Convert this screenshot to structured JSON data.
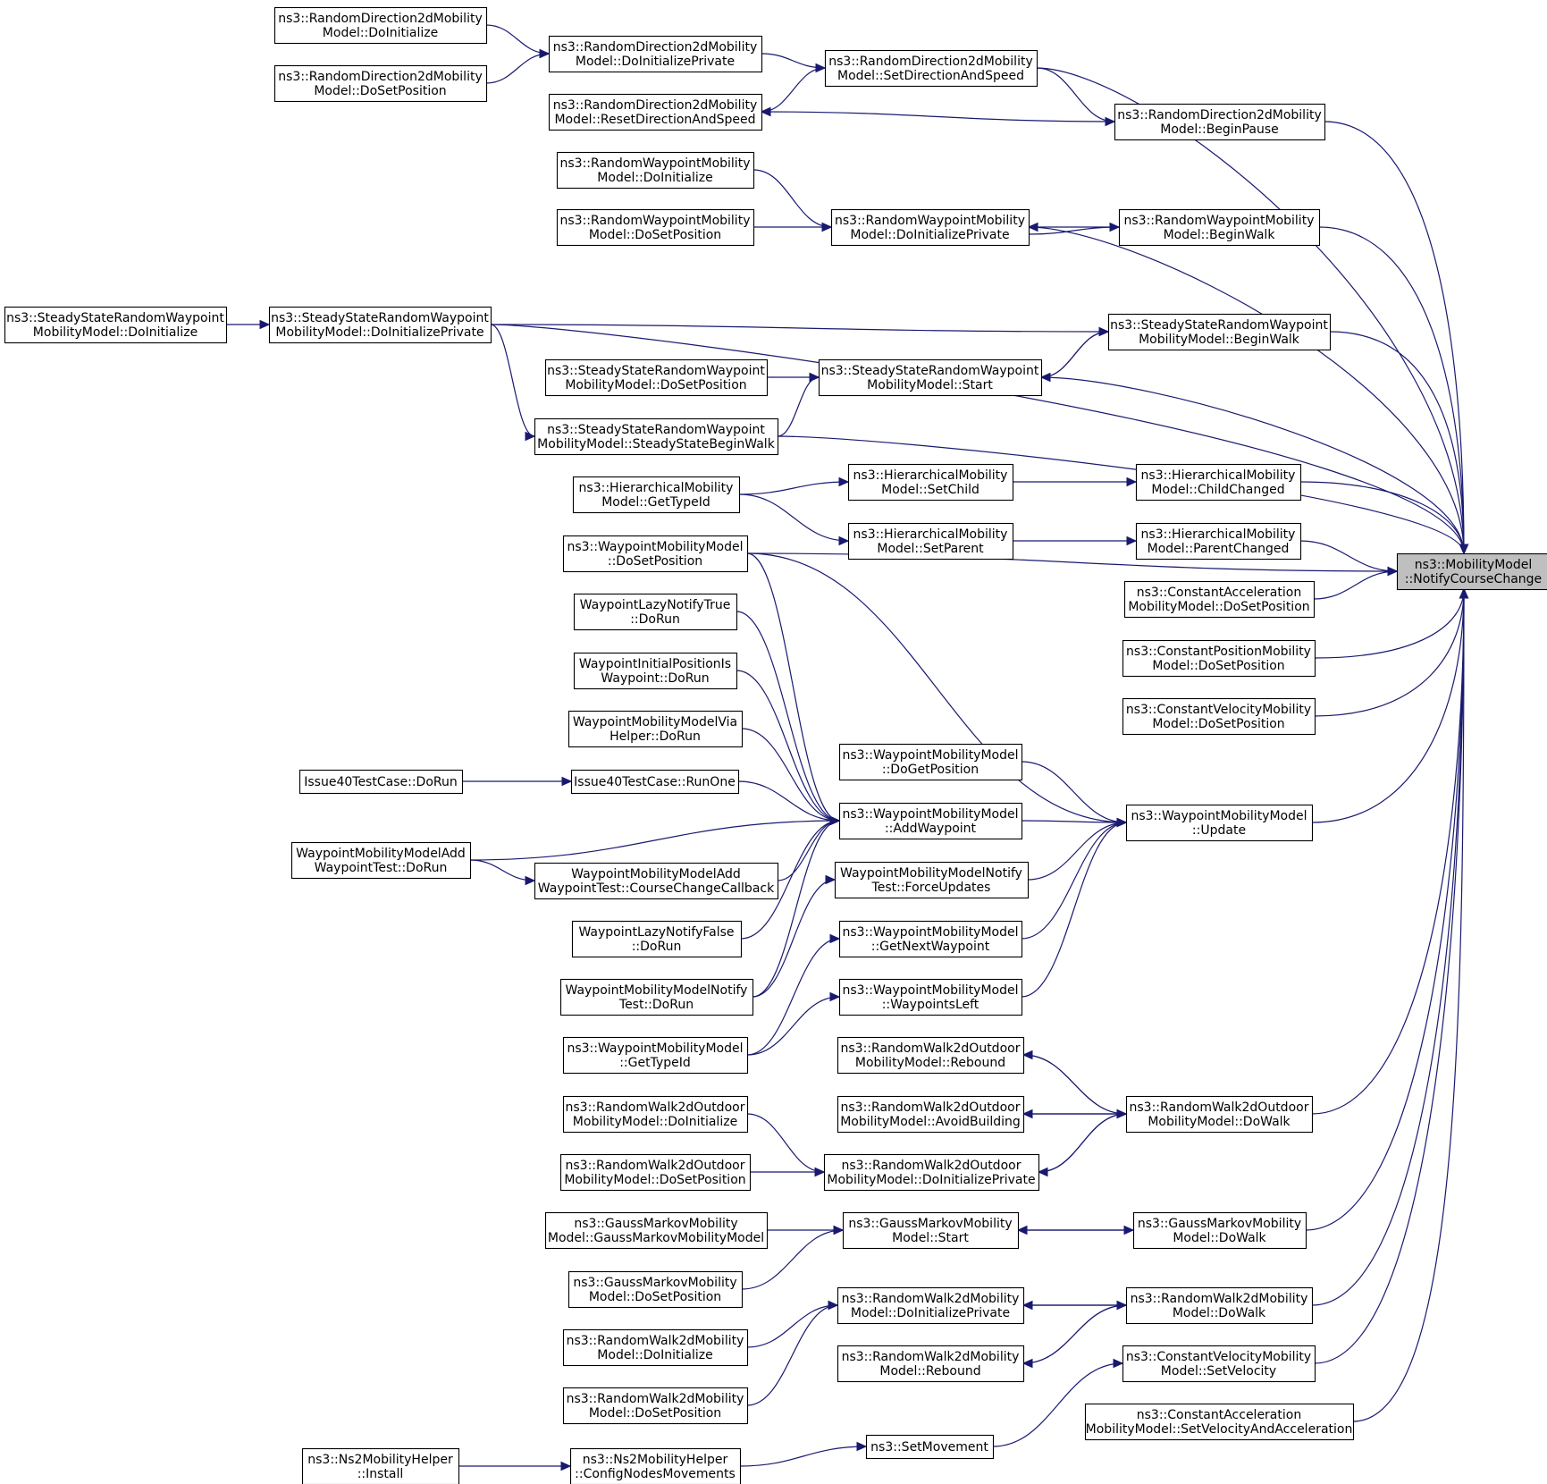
{
  "colors": {
    "edge": "#191970",
    "highlight_fill": "#bfbfbf",
    "box_stroke": "#000000",
    "background": "#ffffff"
  },
  "target_node": "notify",
  "nodes": [
    {
      "id": "notify",
      "lines": [
        "ns3::MobilityModel",
        "::NotifyCourseChange"
      ],
      "highlight": true
    },
    {
      "id": "rd2_doinit",
      "lines": [
        "ns3::RandomDirection2dMobility",
        "Model::DoInitialize"
      ]
    },
    {
      "id": "rd2_dosetpos",
      "lines": [
        "ns3::RandomDirection2dMobility",
        "Model::DoSetPosition"
      ]
    },
    {
      "id": "rd2_doinitpriv",
      "lines": [
        "ns3::RandomDirection2dMobility",
        "Model::DoInitializePrivate"
      ]
    },
    {
      "id": "rd2_reset",
      "lines": [
        "ns3::RandomDirection2dMobility",
        "Model::ResetDirectionAndSpeed"
      ]
    },
    {
      "id": "rd2_setdir",
      "lines": [
        "ns3::RandomDirection2dMobility",
        "Model::SetDirectionAndSpeed"
      ]
    },
    {
      "id": "rd2_beginpause",
      "lines": [
        "ns3::RandomDirection2dMobility",
        "Model::BeginPause"
      ]
    },
    {
      "id": "rwp_doinit",
      "lines": [
        "ns3::RandomWaypointMobility",
        "Model::DoInitialize"
      ]
    },
    {
      "id": "rwp_dosetpos",
      "lines": [
        "ns3::RandomWaypointMobility",
        "Model::DoSetPosition"
      ]
    },
    {
      "id": "rwp_doinitpriv",
      "lines": [
        "ns3::RandomWaypointMobility",
        "Model::DoInitializePrivate"
      ]
    },
    {
      "id": "rwp_beginwalk",
      "lines": [
        "ns3::RandomWaypointMobility",
        "Model::BeginWalk"
      ]
    },
    {
      "id": "ss_doinit",
      "lines": [
        "ns3::SteadyStateRandomWaypoint",
        "MobilityModel::DoInitialize"
      ]
    },
    {
      "id": "ss_doinitpriv",
      "lines": [
        "ns3::SteadyStateRandomWaypoint",
        "MobilityModel::DoInitializePrivate"
      ]
    },
    {
      "id": "ss_beginwalk",
      "lines": [
        "ns3::SteadyStateRandomWaypoint",
        "MobilityModel::BeginWalk"
      ]
    },
    {
      "id": "ss_dosetpos",
      "lines": [
        "ns3::SteadyStateRandomWaypoint",
        "MobilityModel::DoSetPosition"
      ]
    },
    {
      "id": "ss_start",
      "lines": [
        "ns3::SteadyStateRandomWaypoint",
        "MobilityModel::Start"
      ]
    },
    {
      "id": "ss_steadybegin",
      "lines": [
        "ns3::SteadyStateRandomWaypoint",
        "MobilityModel::SteadyStateBeginWalk"
      ]
    },
    {
      "id": "hm_gettypeid",
      "lines": [
        "ns3::HierarchicalMobility",
        "Model::GetTypeId"
      ]
    },
    {
      "id": "hm_setchild",
      "lines": [
        "ns3::HierarchicalMobility",
        "Model::SetChild"
      ]
    },
    {
      "id": "hm_setparent",
      "lines": [
        "ns3::HierarchicalMobility",
        "Model::SetParent"
      ]
    },
    {
      "id": "hm_childchanged",
      "lines": [
        "ns3::HierarchicalMobility",
        "Model::ChildChanged"
      ]
    },
    {
      "id": "hm_parentchanged",
      "lines": [
        "ns3::HierarchicalMobility",
        "Model::ParentChanged"
      ]
    },
    {
      "id": "ca_dosetpos",
      "lines": [
        "ns3::ConstantAcceleration",
        "MobilityModel::DoSetPosition"
      ]
    },
    {
      "id": "cp_dosetpos",
      "lines": [
        "ns3::ConstantPositionMobility",
        "Model::DoSetPosition"
      ]
    },
    {
      "id": "cv_dosetpos",
      "lines": [
        "ns3::ConstantVelocityMobility",
        "Model::DoSetPosition"
      ]
    },
    {
      "id": "wmm_dosetpos",
      "lines": [
        "ns3::WaypointMobilityModel",
        "::DoSetPosition"
      ]
    },
    {
      "id": "wlnt_dorun",
      "lines": [
        "WaypointLazyNotifyTrue",
        "::DoRun"
      ]
    },
    {
      "id": "wipw_dorun",
      "lines": [
        "WaypointInitialPositionIs",
        "Waypoint::DoRun"
      ]
    },
    {
      "id": "wmmvh_dorun",
      "lines": [
        "WaypointMobilityModelVia",
        "Helper::DoRun"
      ]
    },
    {
      "id": "wmm_dogetpos",
      "lines": [
        "ns3::WaypointMobilityModel",
        "::DoGetPosition"
      ]
    },
    {
      "id": "i40_dorun",
      "lines": [
        "Issue40TestCase::DoRun"
      ]
    },
    {
      "id": "i40_runone",
      "lines": [
        "Issue40TestCase::RunOne"
      ]
    },
    {
      "id": "wmm_addwp",
      "lines": [
        "ns3::WaypointMobilityModel",
        "::AddWaypoint"
      ]
    },
    {
      "id": "wmm_update",
      "lines": [
        "ns3::WaypointMobilityModel",
        "::Update"
      ]
    },
    {
      "id": "wmmawt_dorun",
      "lines": [
        "WaypointMobilityModelAdd",
        "WaypointTest::DoRun"
      ]
    },
    {
      "id": "wmmawt_ccb",
      "lines": [
        "WaypointMobilityModelAdd",
        "WaypointTest::CourseChangeCallback"
      ]
    },
    {
      "id": "wmmnt_force",
      "lines": [
        "WaypointMobilityModelNotify",
        "Test::ForceUpdates"
      ]
    },
    {
      "id": "wlnf_dorun",
      "lines": [
        "WaypointLazyNotifyFalse",
        "::DoRun"
      ]
    },
    {
      "id": "wmm_getnext",
      "lines": [
        "ns3::WaypointMobilityModel",
        "::GetNextWaypoint"
      ]
    },
    {
      "id": "wmmnt_dorun",
      "lines": [
        "WaypointMobilityModelNotify",
        "Test::DoRun"
      ]
    },
    {
      "id": "wmm_wpleft",
      "lines": [
        "ns3::WaypointMobilityModel",
        "::WaypointsLeft"
      ]
    },
    {
      "id": "wmm_gettypeid",
      "lines": [
        "ns3::WaypointMobilityModel",
        "::GetTypeId"
      ]
    },
    {
      "id": "rw2o_rebound",
      "lines": [
        "ns3::RandomWalk2dOutdoor",
        "MobilityModel::Rebound"
      ]
    },
    {
      "id": "rw2o_avoid",
      "lines": [
        "ns3::RandomWalk2dOutdoor",
        "MobilityModel::AvoidBuilding"
      ]
    },
    {
      "id": "rw2o_dowalk",
      "lines": [
        "ns3::RandomWalk2dOutdoor",
        "MobilityModel::DoWalk"
      ]
    },
    {
      "id": "rw2o_doinit",
      "lines": [
        "ns3::RandomWalk2dOutdoor",
        "MobilityModel::DoInitialize"
      ]
    },
    {
      "id": "rw2o_dosetpos",
      "lines": [
        "ns3::RandomWalk2dOutdoor",
        "MobilityModel::DoSetPosition"
      ]
    },
    {
      "id": "rw2o_doinitpriv",
      "lines": [
        "ns3::RandomWalk2dOutdoor",
        "MobilityModel::DoInitializePrivate"
      ]
    },
    {
      "id": "gm_ctor",
      "lines": [
        "ns3::GaussMarkovMobility",
        "Model::GaussMarkovMobilityModel"
      ]
    },
    {
      "id": "gm_start",
      "lines": [
        "ns3::GaussMarkovMobility",
        "Model::Start"
      ]
    },
    {
      "id": "gm_dowalk",
      "lines": [
        "ns3::GaussMarkovMobility",
        "Model::DoWalk"
      ]
    },
    {
      "id": "gm_dosetpos",
      "lines": [
        "ns3::GaussMarkovMobility",
        "Model::DoSetPosition"
      ]
    },
    {
      "id": "rw2_doinitpriv",
      "lines": [
        "ns3::RandomWalk2dMobility",
        "Model::DoInitializePrivate"
      ]
    },
    {
      "id": "rw2_dowalk",
      "lines": [
        "ns3::RandomWalk2dMobility",
        "Model::DoWalk"
      ]
    },
    {
      "id": "rw2_doinit",
      "lines": [
        "ns3::RandomWalk2dMobility",
        "Model::DoInitialize"
      ]
    },
    {
      "id": "rw2_rebound",
      "lines": [
        "ns3::RandomWalk2dMobility",
        "Model::Rebound"
      ]
    },
    {
      "id": "cv_setvel",
      "lines": [
        "ns3::ConstantVelocityMobility",
        "Model::SetVelocity"
      ]
    },
    {
      "id": "rw2_dosetpos",
      "lines": [
        "ns3::RandomWalk2dMobility",
        "Model::DoSetPosition"
      ]
    },
    {
      "id": "ca_setvelacc",
      "lines": [
        "ns3::ConstantAcceleration",
        "MobilityModel::SetVelocityAndAcceleration"
      ]
    },
    {
      "id": "ns2_install",
      "lines": [
        "ns3::Ns2MobilityHelper",
        "::Install"
      ]
    },
    {
      "id": "ns2_config",
      "lines": [
        "ns3::Ns2MobilityHelper",
        "::ConfigNodesMovements"
      ]
    },
    {
      "id": "setmovement",
      "lines": [
        "ns3::SetMovement"
      ]
    }
  ],
  "edges": [
    [
      "rd2_doinit",
      "rd2_doinitpriv"
    ],
    [
      "rd2_dosetpos",
      "rd2_doinitpriv"
    ],
    [
      "rd2_doinitpriv",
      "rd2_setdir"
    ],
    [
      "rd2_setdir",
      "rd2_reset"
    ],
    [
      "rd2_setdir",
      "rd2_beginpause"
    ],
    [
      "rd2_beginpause",
      "rd2_reset"
    ],
    [
      "rd2_setdir",
      "notify"
    ],
    [
      "rd2_beginpause",
      "notify"
    ],
    [
      "rwp_doinit",
      "rwp_doinitpriv"
    ],
    [
      "rwp_dosetpos",
      "rwp_doinitpriv"
    ],
    [
      "rwp_doinitpriv",
      "rwp_beginwalk"
    ],
    [
      "rwp_beginwalk",
      "rwp_doinitpriv"
    ],
    [
      "rwp_doinitpriv",
      "notify"
    ],
    [
      "rwp_beginwalk",
      "notify"
    ],
    [
      "ss_doinit",
      "ss_doinitpriv"
    ],
    [
      "ss_doinitpriv",
      "notify"
    ],
    [
      "ss_doinitpriv",
      "ss_beginwalk"
    ],
    [
      "ss_doinitpriv",
      "ss_steadybegin"
    ],
    [
      "ss_beginwalk",
      "ss_start"
    ],
    [
      "ss_start",
      "ss_beginwalk"
    ],
    [
      "ss_dosetpos",
      "ss_start"
    ],
    [
      "ss_steadybegin",
      "ss_start"
    ],
    [
      "ss_beginwalk",
      "notify"
    ],
    [
      "ss_start",
      "notify"
    ],
    [
      "ss_steadybegin",
      "notify"
    ],
    [
      "hm_gettypeid",
      "hm_setchild"
    ],
    [
      "hm_gettypeid",
      "hm_setparent"
    ],
    [
      "hm_setchild",
      "hm_childchanged"
    ],
    [
      "hm_setparent",
      "hm_parentchanged"
    ],
    [
      "hm_childchanged",
      "notify"
    ],
    [
      "hm_parentchanged",
      "notify"
    ],
    [
      "ca_dosetpos",
      "notify"
    ],
    [
      "cp_dosetpos",
      "notify"
    ],
    [
      "cv_dosetpos",
      "notify"
    ],
    [
      "wmm_dosetpos",
      "notify"
    ],
    [
      "wmm_dosetpos",
      "wmm_update"
    ],
    [
      "wmm_dosetpos",
      "wmm_addwp"
    ],
    [
      "wlnt_dorun",
      "wmm_addwp"
    ],
    [
      "wipw_dorun",
      "wmm_addwp"
    ],
    [
      "wmmvh_dorun",
      "wmm_addwp"
    ],
    [
      "i40_dorun",
      "i40_runone"
    ],
    [
      "i40_runone",
      "wmm_addwp"
    ],
    [
      "wmmawt_dorun",
      "wmm_addwp"
    ],
    [
      "wmmawt_dorun",
      "wmmawt_ccb"
    ],
    [
      "wmmawt_ccb",
      "wmm_addwp"
    ],
    [
      "wlnf_dorun",
      "wmm_addwp"
    ],
    [
      "wmmnt_dorun",
      "wmm_addwp"
    ],
    [
      "wmmnt_dorun",
      "wmmnt_force"
    ],
    [
      "wmm_gettypeid",
      "wmm_getnext"
    ],
    [
      "wmm_gettypeid",
      "wmm_wpleft"
    ],
    [
      "wmm_dogetpos",
      "wmm_update"
    ],
    [
      "wmm_addwp",
      "wmm_update"
    ],
    [
      "wmmnt_force",
      "wmm_update"
    ],
    [
      "wmm_getnext",
      "wmm_update"
    ],
    [
      "wmm_wpleft",
      "wmm_update"
    ],
    [
      "wmm_update",
      "notify"
    ],
    [
      "rw2o_dowalk",
      "rw2o_rebound"
    ],
    [
      "rw2o_rebound",
      "rw2o_dowalk"
    ],
    [
      "rw2o_dowalk",
      "rw2o_avoid"
    ],
    [
      "rw2o_avoid",
      "rw2o_dowalk"
    ],
    [
      "rw2o_doinitpriv",
      "rw2o_dowalk"
    ],
    [
      "rw2o_dowalk",
      "rw2o_doinitpriv"
    ],
    [
      "rw2o_doinit",
      "rw2o_doinitpriv"
    ],
    [
      "rw2o_dosetpos",
      "rw2o_doinitpriv"
    ],
    [
      "rw2o_dowalk",
      "notify"
    ],
    [
      "gm_ctor",
      "gm_start"
    ],
    [
      "gm_dosetpos",
      "gm_start"
    ],
    [
      "gm_start",
      "gm_dowalk"
    ],
    [
      "gm_dowalk",
      "gm_start"
    ],
    [
      "gm_dowalk",
      "notify"
    ],
    [
      "rw2_doinitpriv",
      "rw2_dowalk"
    ],
    [
      "rw2_dowalk",
      "rw2_doinitpriv"
    ],
    [
      "rw2_dowalk",
      "rw2_rebound"
    ],
    [
      "rw2_rebound",
      "rw2_dowalk"
    ],
    [
      "rw2_doinit",
      "rw2_doinitpriv"
    ],
    [
      "rw2_dosetpos",
      "rw2_doinitpriv"
    ],
    [
      "rw2_dowalk",
      "notify"
    ],
    [
      "cv_setvel",
      "notify"
    ],
    [
      "ca_setvelacc",
      "notify"
    ],
    [
      "ns2_install",
      "ns2_config"
    ],
    [
      "ns2_config",
      "setmovement"
    ],
    [
      "setmovement",
      "cv_setvel"
    ]
  ]
}
